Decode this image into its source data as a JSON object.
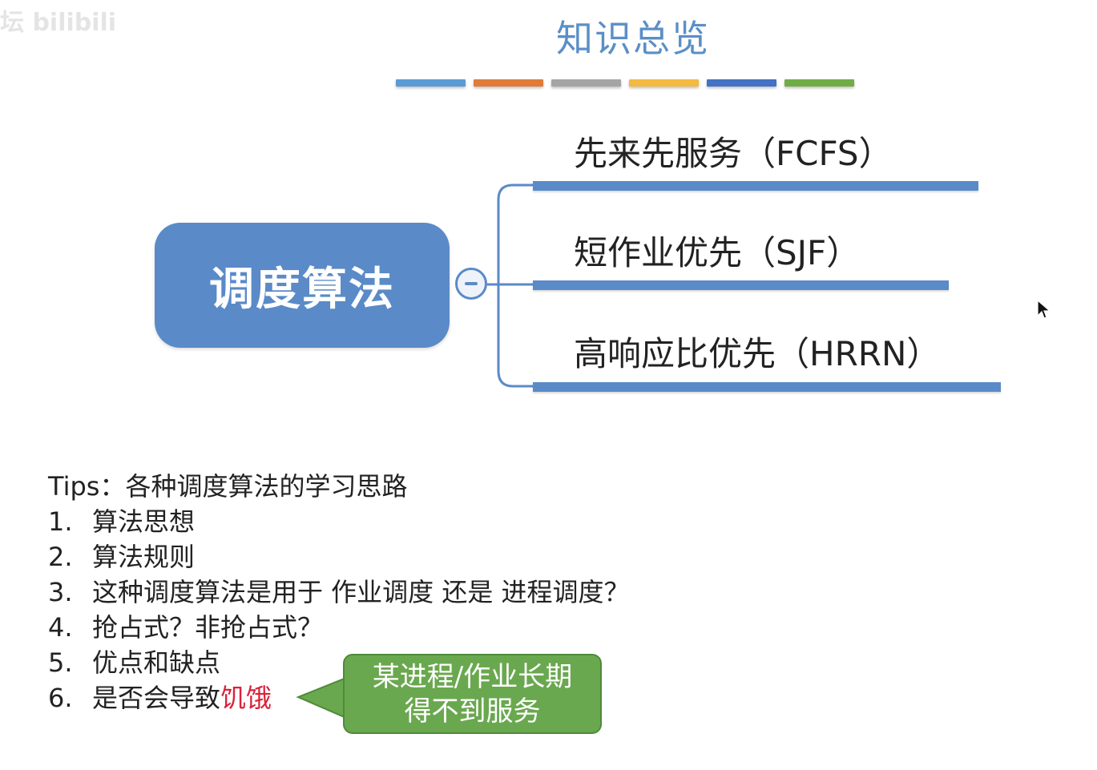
{
  "slide": {
    "title": "知识总览",
    "watermark_text": "bilibili",
    "color_bar": [
      "#5b9bd5",
      "#e07b39",
      "#a5a5a5",
      "#f4b940",
      "#4472c4",
      "#70ad47"
    ]
  },
  "mindmap": {
    "root_label": "调度算法",
    "branches": [
      {
        "label": "先来先服务（FCFS）"
      },
      {
        "label": "短作业优先（SJF）"
      },
      {
        "label": "高响应比优先（HRRN）"
      }
    ],
    "node_color": "#5a8ac8"
  },
  "tips": {
    "heading_prefix": "Tips：",
    "heading": "各种调度算法的学习思路",
    "items": [
      {
        "num": "1.",
        "text": "算法思想"
      },
      {
        "num": "2.",
        "text": "算法规则"
      },
      {
        "num": "3.",
        "text": "这种调度算法是用于 作业调度 还是 进程调度？"
      },
      {
        "num": "4.",
        "text": "抢占式？非抢占式？"
      },
      {
        "num": "5.",
        "text": "优点和缺点"
      },
      {
        "num": "6.",
        "text": "是否会导致",
        "highlight": "饥饿"
      }
    ]
  },
  "callout": {
    "line1": "某进程/作业长期",
    "line2": "得不到服务",
    "color": "#6aa84f"
  }
}
